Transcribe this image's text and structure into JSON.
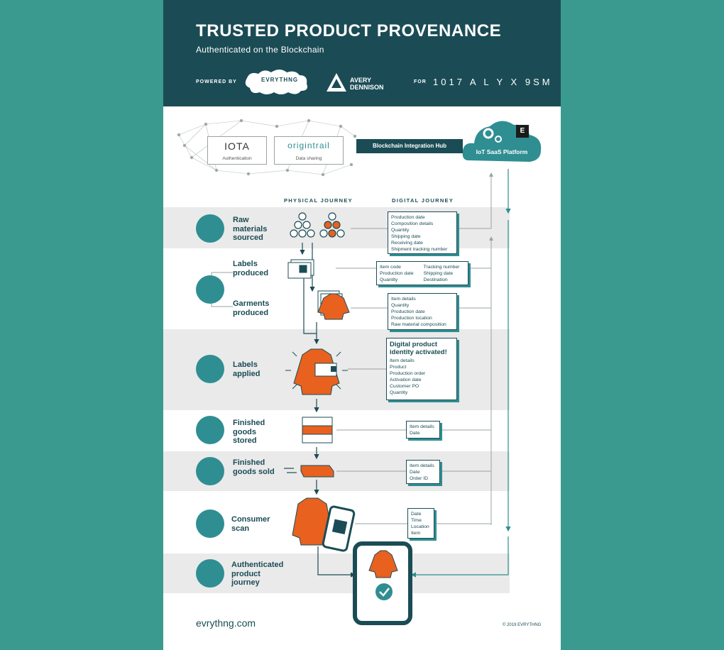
{
  "header": {
    "title": "TRUSTED PRODUCT PROVENANCE",
    "subtitle": "Authenticated on the Blockchain",
    "powered_by": "POWERED BY",
    "evrythng_logo": "EVRYTHNG",
    "avery_logo": "AVERY DENNISON",
    "for_label": "FOR",
    "client_brand": "1017 A L Y X 9SM"
  },
  "network": {
    "iota": {
      "name": "IOTA",
      "caption": "Authentication"
    },
    "origintrail": {
      "name": "origintrail",
      "caption": "Data sharing"
    },
    "hub": "Blockchain Integration Hub",
    "cloud": "IoT SaaS Platform",
    "badge": "E"
  },
  "columns": {
    "physical": "PHYSICAL JOURNEY",
    "digital": "DIGITAL JOURNEY"
  },
  "steps": [
    {
      "label": "Raw materials sourced",
      "icon": "material-bag-icon"
    },
    {
      "label": "Labels produced",
      "icon": "factory-icon"
    },
    {
      "label": "Garments produced",
      "icon": "factory-icon"
    },
    {
      "label": "Labels applied",
      "icon": "label-tag-icon"
    },
    {
      "label": "Finished goods stored",
      "icon": "forklift-icon"
    },
    {
      "label": "Finished goods sold",
      "icon": "shopping-basket-icon"
    },
    {
      "label": "Consumer scan",
      "icon": "phone-scan-icon"
    },
    {
      "label": "Authenticated product journey",
      "icon": "shield-check-icon"
    }
  ],
  "data_boxes": {
    "raw": [
      "Production date",
      "Composition details",
      "Quantity",
      "Shipping date",
      "Receiving date",
      "Shipment tracking number"
    ],
    "labels_left": [
      "Item code",
      "Production date",
      "Quantity"
    ],
    "labels_right": [
      "Tracking number",
      "Shipping date",
      "Destination"
    ],
    "garments": [
      "Item details",
      "Quantity",
      "Production date",
      "Production location",
      "Raw material composition"
    ],
    "activated_title": "Digital product identity activated!",
    "activated": [
      "Item details",
      "Product",
      "Production order",
      "Activation date",
      "Customer PO",
      "Quantity"
    ],
    "stored": [
      "Item details",
      "Date"
    ],
    "sold": [
      "Item details",
      "Date",
      "Order ID"
    ],
    "scan": [
      "Date",
      "Time",
      "Location",
      "Item"
    ]
  },
  "footer": {
    "url": "evrythng.com",
    "copyright": "© 2019 EVRYTHNG"
  },
  "colors": {
    "teal_bg": "#3a9a8f",
    "navy": "#1b4c55",
    "accent_teal": "#2f8e92",
    "orange": "#e8611e",
    "band_gray": "#eaeaea"
  }
}
